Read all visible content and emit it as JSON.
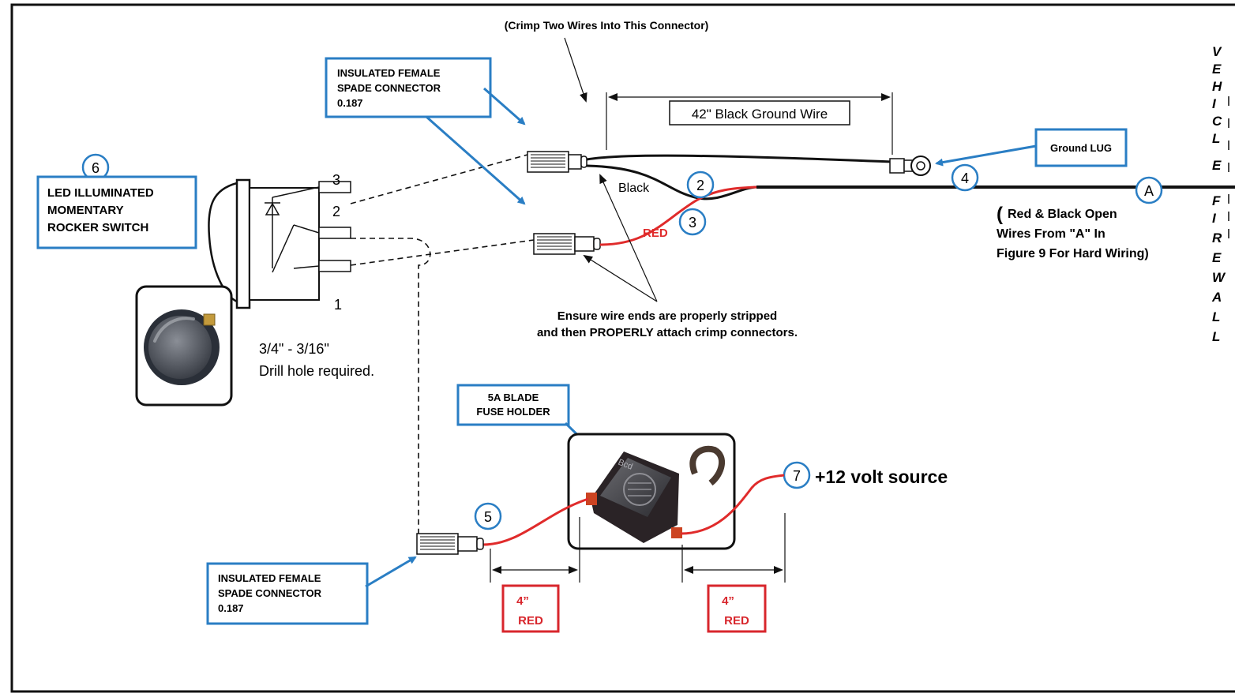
{
  "callouts": {
    "crimp_two_wires": "(Crimp Two Wires Into This Connector)",
    "spade_top_line1": "INSULATED FEMALE",
    "spade_top_line2": "SPADE CONNECTOR",
    "spade_top_line3": "0.187",
    "ground_wire": "42\" Black Ground Wire",
    "ground_lug": "Ground LUG",
    "black": "Black",
    "red": "RED",
    "switch_line1": "LED ILLUMINATED",
    "switch_line2": "MOMENTARY",
    "switch_line3": "ROCKER SWITCH",
    "open_wires_paren": "(",
    "open_wires_line1": "Red & Black Open",
    "open_wires_line2": "Wires From \"A\" In",
    "open_wires_line3": "Figure 9 For Hard Wiring)",
    "ensure_line1": "Ensure wire ends are properly stripped",
    "ensure_line2": "and then PROPERLY attach crimp connectors.",
    "drill_line1": "3/4\" - 3/16\"",
    "drill_line2": "Drill hole required.",
    "fuse_line1": "5A BLADE",
    "fuse_line2": "FUSE HOLDER",
    "volt_source": "+12 volt source",
    "spade_bottom_line1": "INSULATED FEMALE",
    "spade_bottom_line2": "SPADE CONNECTOR",
    "spade_bottom_line3": "0.187",
    "red_len_left_1": "4”",
    "red_len_left_2": "RED",
    "red_len_right_1": "4”",
    "red_len_right_2": "RED",
    "fuse_logo": "Bcd"
  },
  "markers": {
    "m2": "2",
    "m3": "3",
    "m4": "4",
    "m5": "5",
    "m6": "6",
    "m7": "7",
    "mA": "A"
  },
  "pins": {
    "p3": "3",
    "p2": "2",
    "p1": "1"
  },
  "vehicle": [
    "V",
    "E",
    "H",
    "I",
    "C",
    "L",
    "E"
  ],
  "firewall": [
    "F",
    "I",
    "R",
    "E",
    "W",
    "A",
    "L",
    "L"
  ],
  "colors": {
    "callout_blue": "#2a7ec4",
    "wire_red": "#e02b2b",
    "label_red": "#d8262c",
    "black": "#111111"
  }
}
